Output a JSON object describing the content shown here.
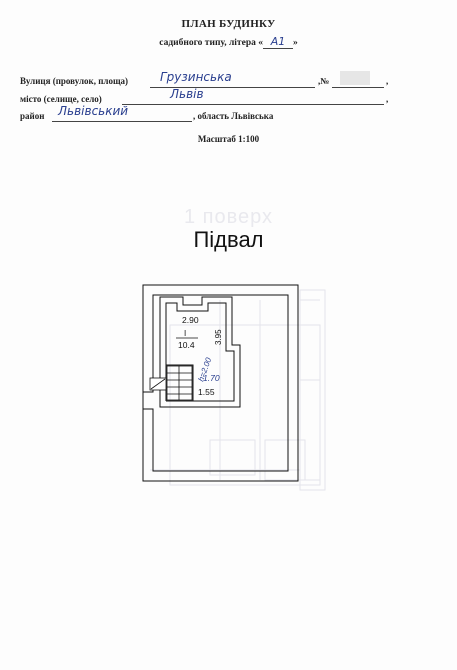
{
  "header": {
    "title": "ПЛАН БУДИНКУ",
    "subtitle_prefix": "садибного типу, літера «",
    "litera": "А1",
    "subtitle_suffix": "»"
  },
  "address": {
    "street_label": "Вулиця (провулок, площа)",
    "street_value": "Грузинська",
    "number_label": ",№",
    "number_suffix": ",",
    "city_label": "місто (селище, село)",
    "city_value": "Львів",
    "city_suffix": ",",
    "district_label": "район",
    "district_value": "Львівський",
    "region_text": ", область Львівська"
  },
  "scale": "Масштаб 1:100",
  "ghost_text": "1 поверх",
  "floor_title": "Підвал",
  "plan": {
    "room_width": "2.90",
    "room_number": "I",
    "room_area": "10.4",
    "room_length": "3.95",
    "height_note": "h=2.00",
    "height_note_2": "1.70",
    "niche_width": "1.55"
  }
}
